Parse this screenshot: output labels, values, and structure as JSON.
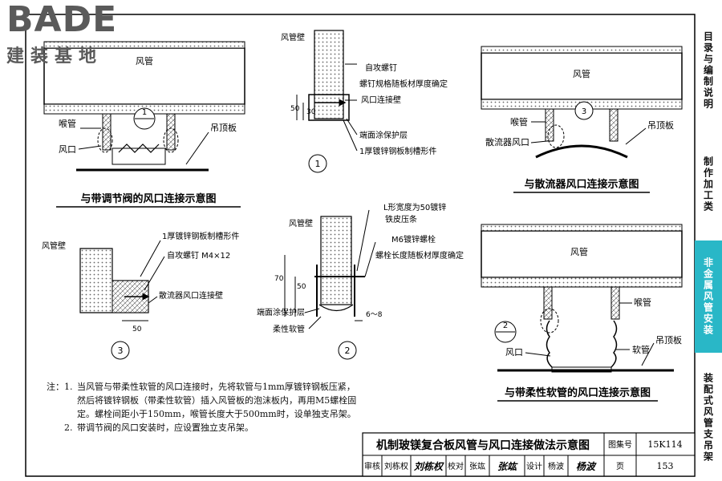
{
  "logo": {
    "brand": "BADE",
    "subtitle": "建装基地"
  },
  "sidebar": {
    "tabs": [
      {
        "label": "目录与编制说明",
        "active": false
      },
      {
        "label": "制作加工类",
        "active": false
      },
      {
        "label": "非金属风管安装",
        "active": true
      },
      {
        "label": "装配式风管支吊架",
        "active": false
      }
    ],
    "active_color": "#29b7c7"
  },
  "detail_top_left": {
    "title": "与带调节阀的风口连接示意图",
    "duct": "风管",
    "nozzle": "喉管",
    "outlet": "风口",
    "ceiling": "吊顶板",
    "callout": "1"
  },
  "detail_1": {
    "callout": "1",
    "wall": "风管壁",
    "screw": "自攻螺钉",
    "screw_spec": "螺钉规格随板材厚度确定",
    "connect_wall": "风口连接壁",
    "end_coat": "端面涂保护层",
    "channel": "1厚镀锌钢板制槽形件",
    "dim_50": "50",
    "dim_30": "30"
  },
  "detail_top_right": {
    "title": "与散流器风口连接示意图",
    "duct": "风管",
    "nozzle": "喉管",
    "outlet": "散流器风口",
    "ceiling": "吊顶板",
    "callout": "3"
  },
  "detail_3": {
    "callout": "3",
    "wall": "风管壁",
    "channel": "1厚镀锌钢板制槽形件",
    "screw": "自攻螺钉 M4×12",
    "connect_wall": "散流器风口连接壁",
    "dim_50": "50"
  },
  "detail_2": {
    "callout": "2",
    "wall": "风管壁",
    "strip": "L形宽度为50镀锌",
    "strip2": "铁皮压条",
    "bolt": "M6镀锌螺栓",
    "bolt_len": "螺栓长度随板材厚度确定",
    "end_coat": "端面涂保护层",
    "flex": "柔性软管",
    "dim_70": "70",
    "dim_50": "50",
    "dim_68": "6～8"
  },
  "detail_bottom_right": {
    "title": "与带柔性软管的风口连接示意图",
    "duct": "风管",
    "nozzle": "喉管",
    "outlet": "风口",
    "hose": "软管",
    "ceiling": "吊顶板",
    "callout": "2"
  },
  "notes": {
    "label": "注：",
    "items": [
      {
        "num": "1.",
        "text": "当风管与带柔性软管的风口连接时，先将软管与1mm厚镀锌钢板压紧，然后将镀锌钢板（带柔性软管）插入风管板的泡沫板内，再用M5螺栓固定。螺栓间距小于150mm，喉管长度大于500mm时，设单独支吊架。"
      },
      {
        "num": "2.",
        "text": "带调节阀的风口安装时，应设置独立支吊架。"
      }
    ]
  },
  "title_block": {
    "title": "机制玻镁复合板风管与风口连接做法示意图",
    "atlas_label": "图集号",
    "atlas_no": "15K114",
    "review_label": "审核",
    "reviewer": "刘栋权",
    "reviewer_sig": "刘栋权",
    "check_label": "校对",
    "checker": "张竑",
    "checker_sig": "张竑",
    "design_label": "设计",
    "designer": "杨波",
    "designer_sig": "杨波",
    "page_label": "页",
    "page_no": "153"
  }
}
